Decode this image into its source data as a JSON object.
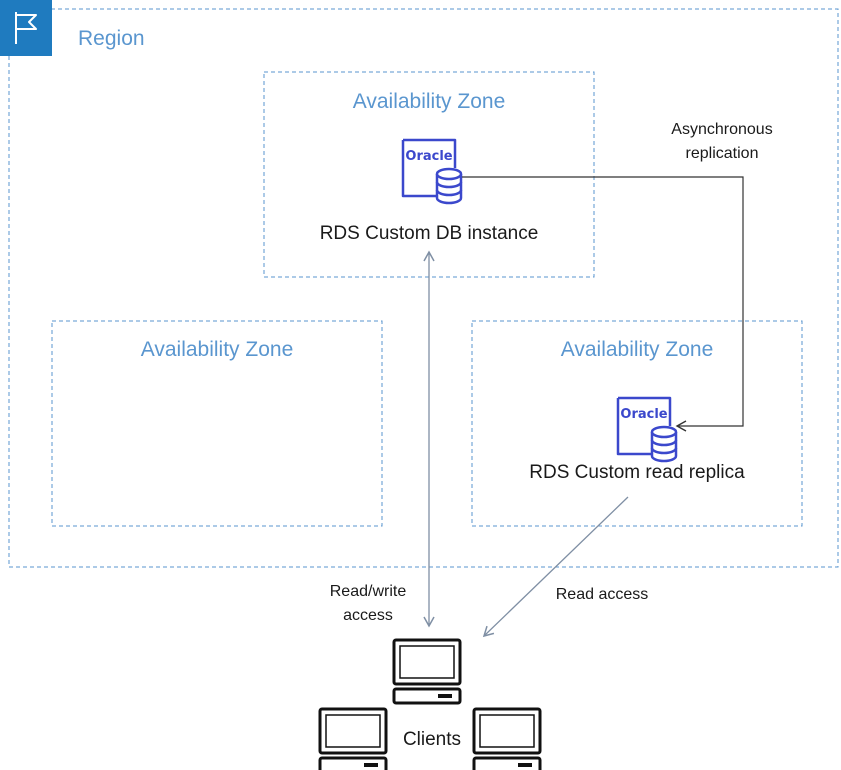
{
  "region": {
    "label": "Region",
    "flag_icon": "flag-icon",
    "icon_bg": "#1f7bbf"
  },
  "zones": [
    {
      "label": "Availability Zone"
    },
    {
      "label": "Availability Zone"
    },
    {
      "label": "Availability Zone"
    }
  ],
  "primary": {
    "badge": "Oracle",
    "label": "RDS Custom DB instance",
    "icon": "oracle-database-icon"
  },
  "replica": {
    "badge": "Oracle",
    "label": "RDS Custom read replica",
    "icon": "oracle-database-icon"
  },
  "replication": {
    "line1": "Asynchronous",
    "line2": "replication"
  },
  "readwrite": {
    "line1": "Read/write",
    "line2": "access"
  },
  "read_access": {
    "label": "Read access"
  },
  "clients": {
    "label": "Clients",
    "icon": "computer-icon"
  },
  "colors": {
    "accent": "#5a96cf",
    "oracle": "#3b48cc",
    "arrow": "#7f8fa4",
    "text": "#1a1a1a"
  }
}
